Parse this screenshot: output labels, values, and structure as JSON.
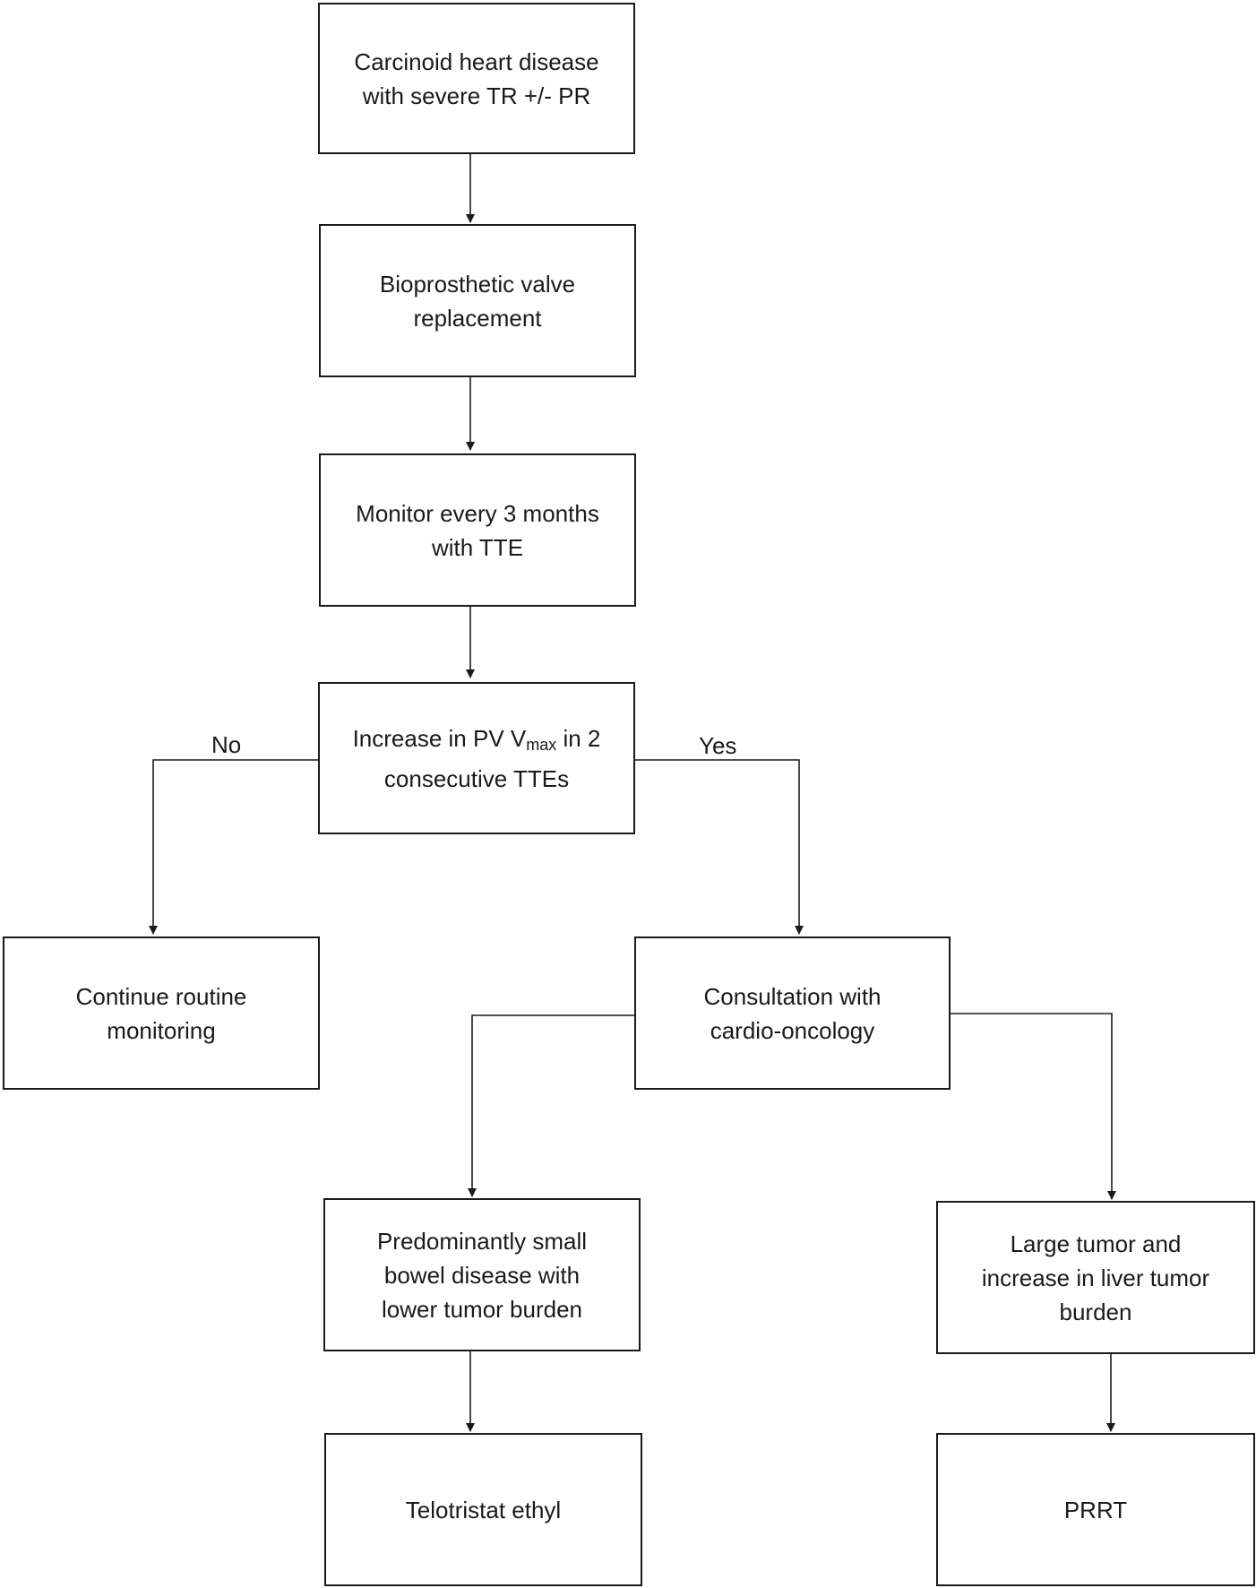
{
  "nodes": {
    "carcinoid": [
      "Carcinoid heart disease",
      "with severe TR +/- PR"
    ],
    "valve": [
      "Bioprosthetic valve",
      "replacement"
    ],
    "monitor": [
      "Monitor every 3 months",
      "with TTE"
    ],
    "increase": {
      "prefix": "Increase in PV V",
      "subscript": "max",
      "suffix": " in 2",
      "line2": "consecutive TTEs"
    },
    "routine": [
      "Continue routine",
      "monitoring"
    ],
    "consult": [
      "Consultation with",
      "cardio-oncology"
    ],
    "smallbowel": [
      "Predominantly small",
      "bowel disease with",
      "lower tumor burden"
    ],
    "largetumor": [
      "Large tumor and",
      "increase in liver tumor",
      "burden"
    ],
    "telotristat": [
      "Telotristat ethyl"
    ],
    "prrt": [
      "PRRT"
    ]
  },
  "branch_labels": {
    "no": "No",
    "yes": "Yes"
  },
  "colors": {
    "stroke": "#1a1a1a",
    "background": "#ffffff"
  }
}
